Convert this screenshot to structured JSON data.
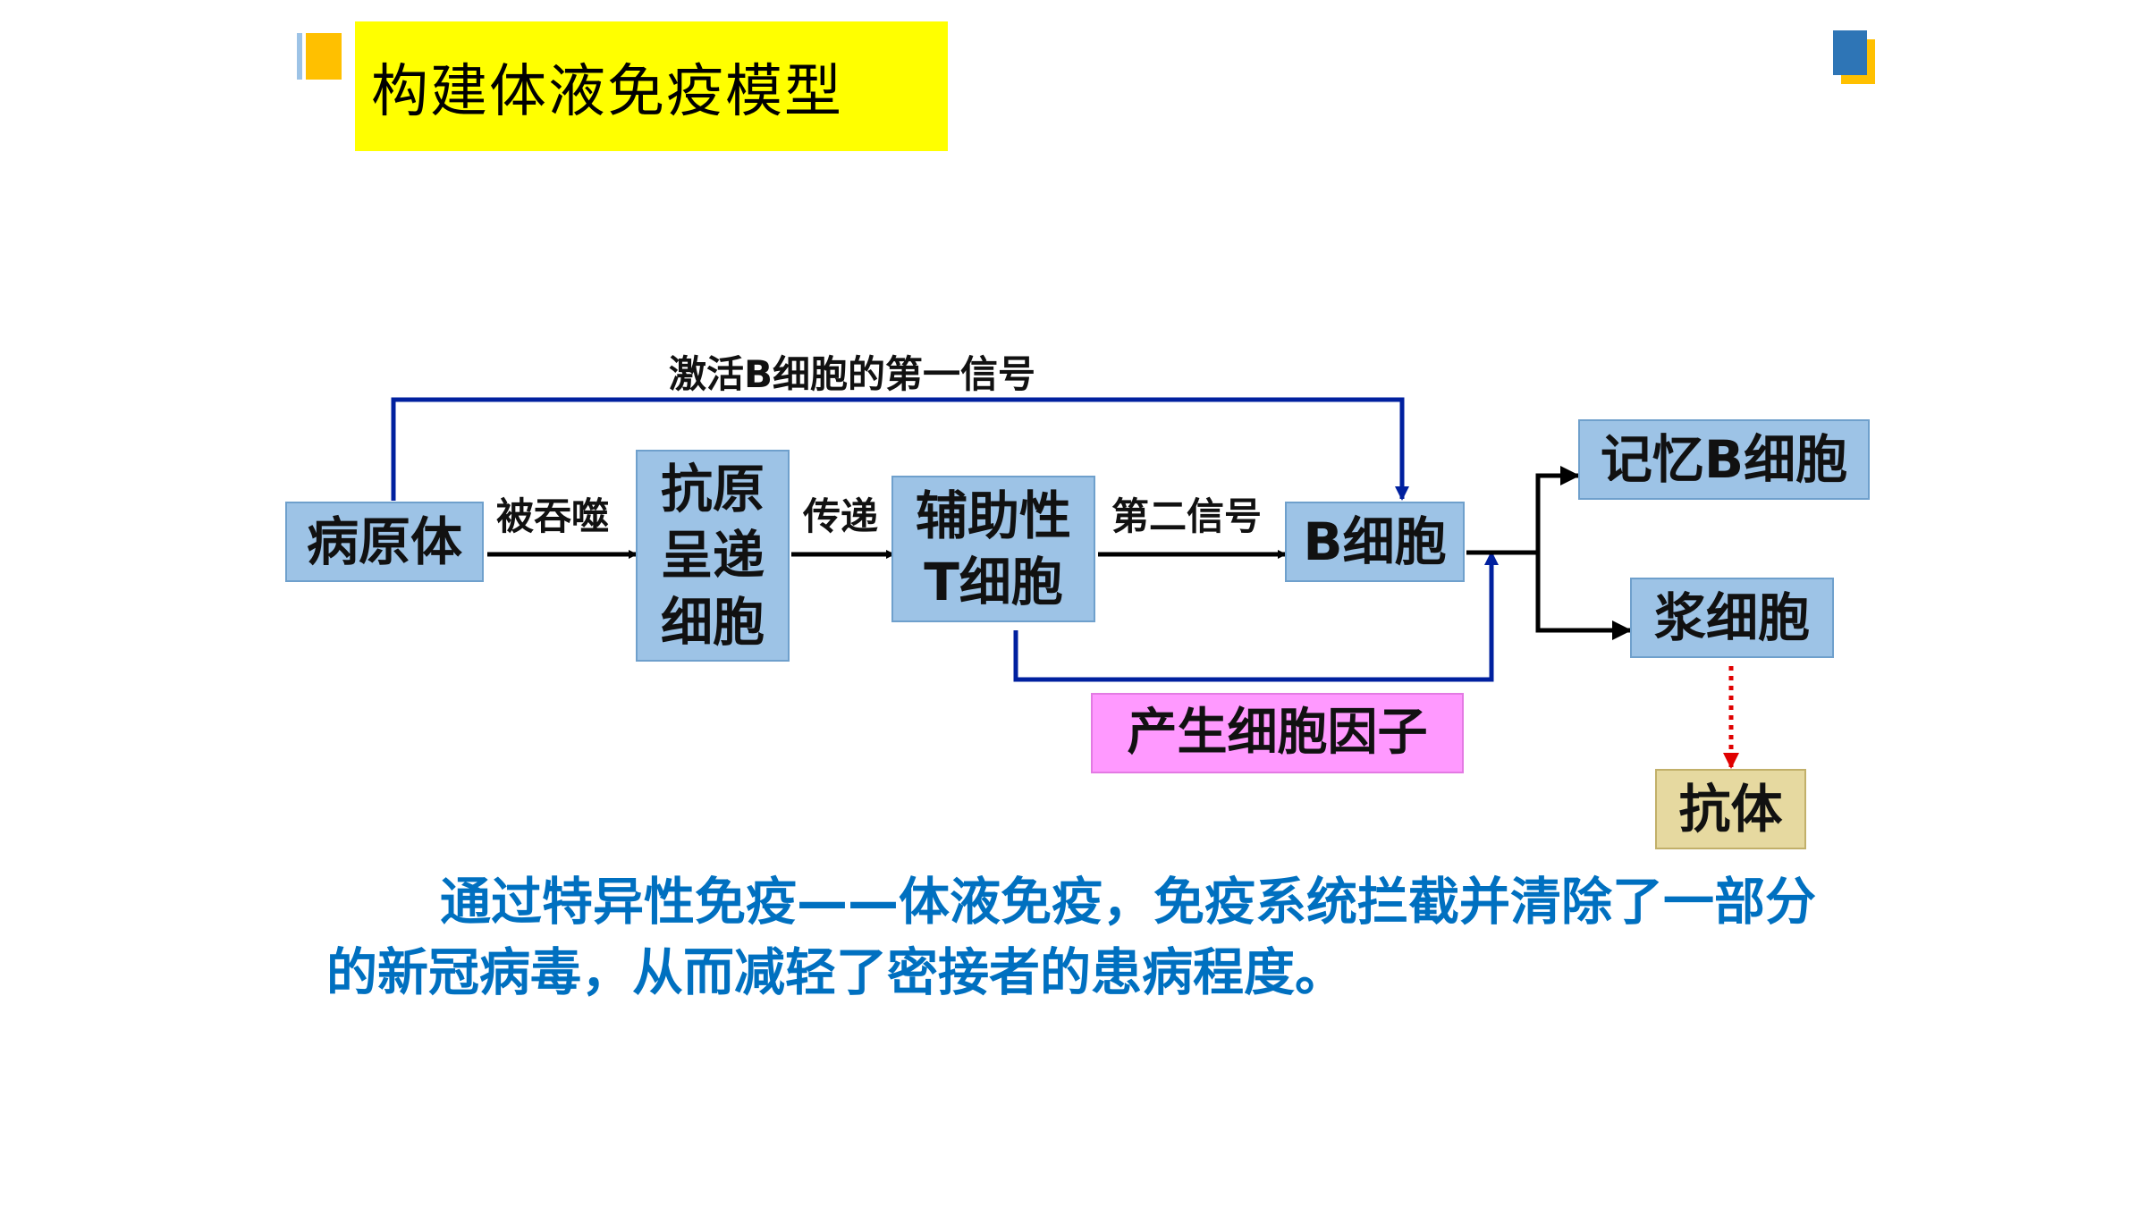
{
  "slide": {
    "title": "构建体液免疫模型",
    "colors": {
      "title_bg": "#ffff00",
      "node_fill": "#9dc3e6",
      "cytokine_fill": "#ff99ff",
      "antibody_fill": "#e6d9a0",
      "signal_line": "#00209f",
      "conclusion_text": "#0070c0",
      "dotted_arrow": "#e00000"
    }
  },
  "diagram": {
    "nodes": {
      "pathogen": "病原体",
      "apc": "抗原\n呈递\n细胞",
      "helper_t": "辅助性\nT细胞",
      "b_cell": "B细胞",
      "memory_b": "记忆B细胞",
      "plasma": "浆细胞",
      "antibody": "抗体",
      "cytokine": "产生细胞因子"
    },
    "edges": {
      "phagocytosed": "被吞噬",
      "transmit": "传递",
      "second_signal": "第二信号",
      "first_signal": "激活B细胞的第一信号"
    }
  },
  "conclusion": "通过特异性免疫——体液免疫，免疫系统拦截并清除了一部分的新冠病毒，从而减轻了密接者的患病程度。"
}
